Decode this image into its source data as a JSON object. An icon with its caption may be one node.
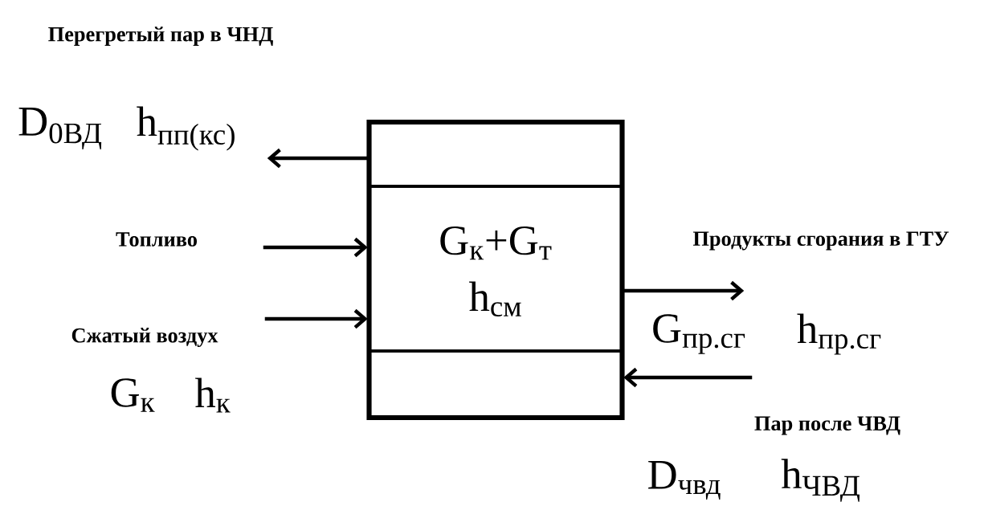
{
  "diagram": {
    "nodes": [
      {
        "text": [],
        "shape": "box"
      },
      {
        "text": [],
        "shape": "box",
        "in": 0
      },
      {
        "text": [
          "G$_{к}$+G$_{т}$",
          "h$_{см}$"
        ],
        "in": 0
      },
      {
        "text": [],
        "shape": "box",
        "in": 0
      }
    ],
    "edges": [
      {
        "from": 1,
        "to": null,
        "arrow": "to"
      },
      {
        "from": null,
        "to": 2,
        "arrow": "to"
      },
      {
        "from": null,
        "to": 2,
        "arrow": "to"
      },
      {
        "from": 2,
        "to": null,
        "arrow": "to"
      },
      {
        "from": null,
        "to": 3,
        "arrow": "to"
      }
    ],
    "labels": [
      "Перегретый пар в ЧНД",
      "D$_{0ВД}$",
      "h$_{пп(кс)}$",
      "Топливо",
      "Продукты сгорания в ГТУ",
      "Сжатый воздух",
      "G$_{пр.сг}$",
      "h$_{пр.сг}$",
      "G$_{к}$",
      "h$_{к}$",
      "Пар после ЧВД",
      "D$_{чвд}$",
      "h$_{ЧВД}$"
    ]
  }
}
